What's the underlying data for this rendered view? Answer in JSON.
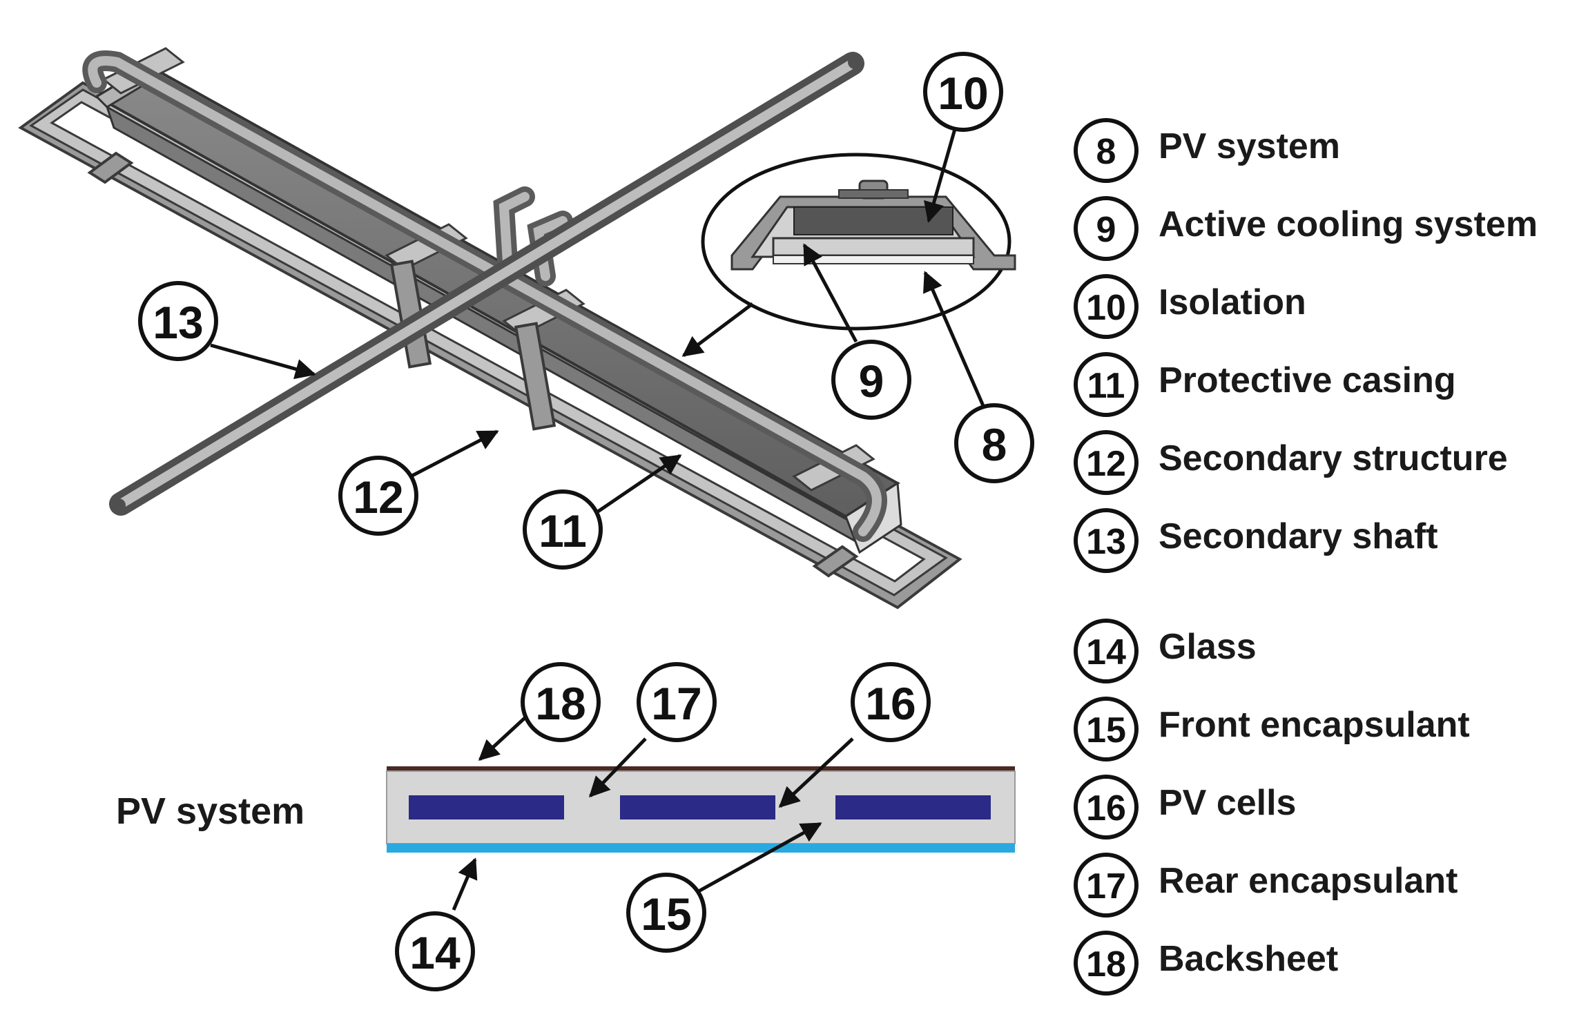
{
  "callouts": {
    "c8": "8",
    "c9": "9",
    "c10": "10",
    "c11": "11",
    "c12": "12",
    "c13": "13",
    "c14": "14",
    "c15": "15",
    "c16": "16",
    "c17": "17",
    "c18": "18"
  },
  "pv_system_label": "PV system",
  "legend_top": [
    {
      "num": "8",
      "label": "PV system"
    },
    {
      "num": "9",
      "label": "Active cooling system"
    },
    {
      "num": "10",
      "label": "Isolation"
    },
    {
      "num": "11",
      "label": "Protective casing"
    },
    {
      "num": "12",
      "label": "Secondary structure"
    },
    {
      "num": "13",
      "label": "Secondary shaft"
    }
  ],
  "legend_bottom": [
    {
      "num": "14",
      "label": "Glass"
    },
    {
      "num": "15",
      "label": "Front encapsulant"
    },
    {
      "num": "16",
      "label": "PV cells"
    },
    {
      "num": "17",
      "label": "Rear encapsulant"
    },
    {
      "num": "18",
      "label": "Backsheet"
    }
  ],
  "colors": {
    "backsheet": "#4a2a22",
    "encapsulant": "#d6d6d6",
    "cells": "#2b2a86",
    "glass": "#29a9e0",
    "metal_dark": "#6e6e6e",
    "metal_light": "#c8c8c8"
  }
}
